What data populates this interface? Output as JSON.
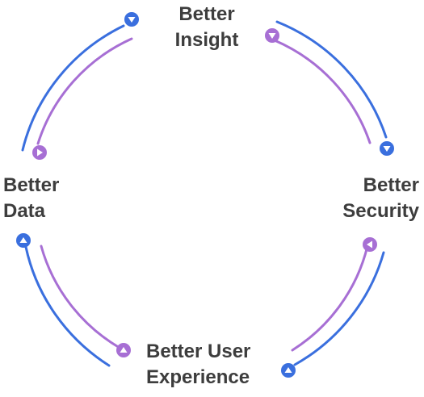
{
  "nodes": {
    "insight": {
      "line1": "Better",
      "line2": "Insight"
    },
    "security": {
      "line1": "Better",
      "line2": "Security"
    },
    "experience": {
      "line1": "Better User",
      "line2": "Experience"
    },
    "data": {
      "line1": "Better",
      "line2": "Data"
    }
  },
  "colors": {
    "outer_arc": "#3a6fde",
    "inner_arc": "#a76fd4",
    "label_text": "#3d3d3d"
  },
  "icons": {
    "outer_marker": "blue-circle-triangle-icon",
    "inner_marker": "purple-circle-triangle-icon"
  }
}
